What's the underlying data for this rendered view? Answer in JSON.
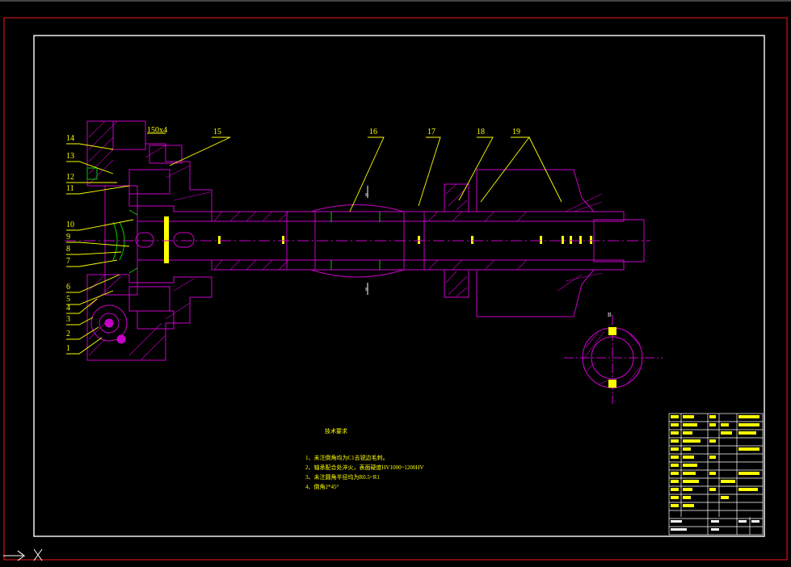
{
  "balloons": [
    "1",
    "2",
    "3",
    "4",
    "5",
    "6",
    "7",
    "8",
    "9",
    "10",
    "11",
    "12",
    "13",
    "14",
    "15",
    "16",
    "17",
    "18",
    "19"
  ],
  "dimension_label": "150x4",
  "section_marker": "B",
  "notes": {
    "heading": "技术要求",
    "items": [
      "1、未注倒角均为C1去锐边毛刺。",
      "2、轴承配合处淬火，表面硬度HV1000~1200HV",
      "3、未注圆角半径均为R0.5~R1",
      "4、倒角2*45°"
    ]
  },
  "colors": {
    "background": "#000000",
    "outer_frame": "#c81414",
    "inner_frame": "#ffffff",
    "part": "#c800c8",
    "leader": "#ffff00",
    "section": "#00c800",
    "hidden": "#ff00ff",
    "centerline": "#c800c8"
  },
  "icons": [
    "ucs-arrow-icon",
    "ucs-x-icon"
  ]
}
